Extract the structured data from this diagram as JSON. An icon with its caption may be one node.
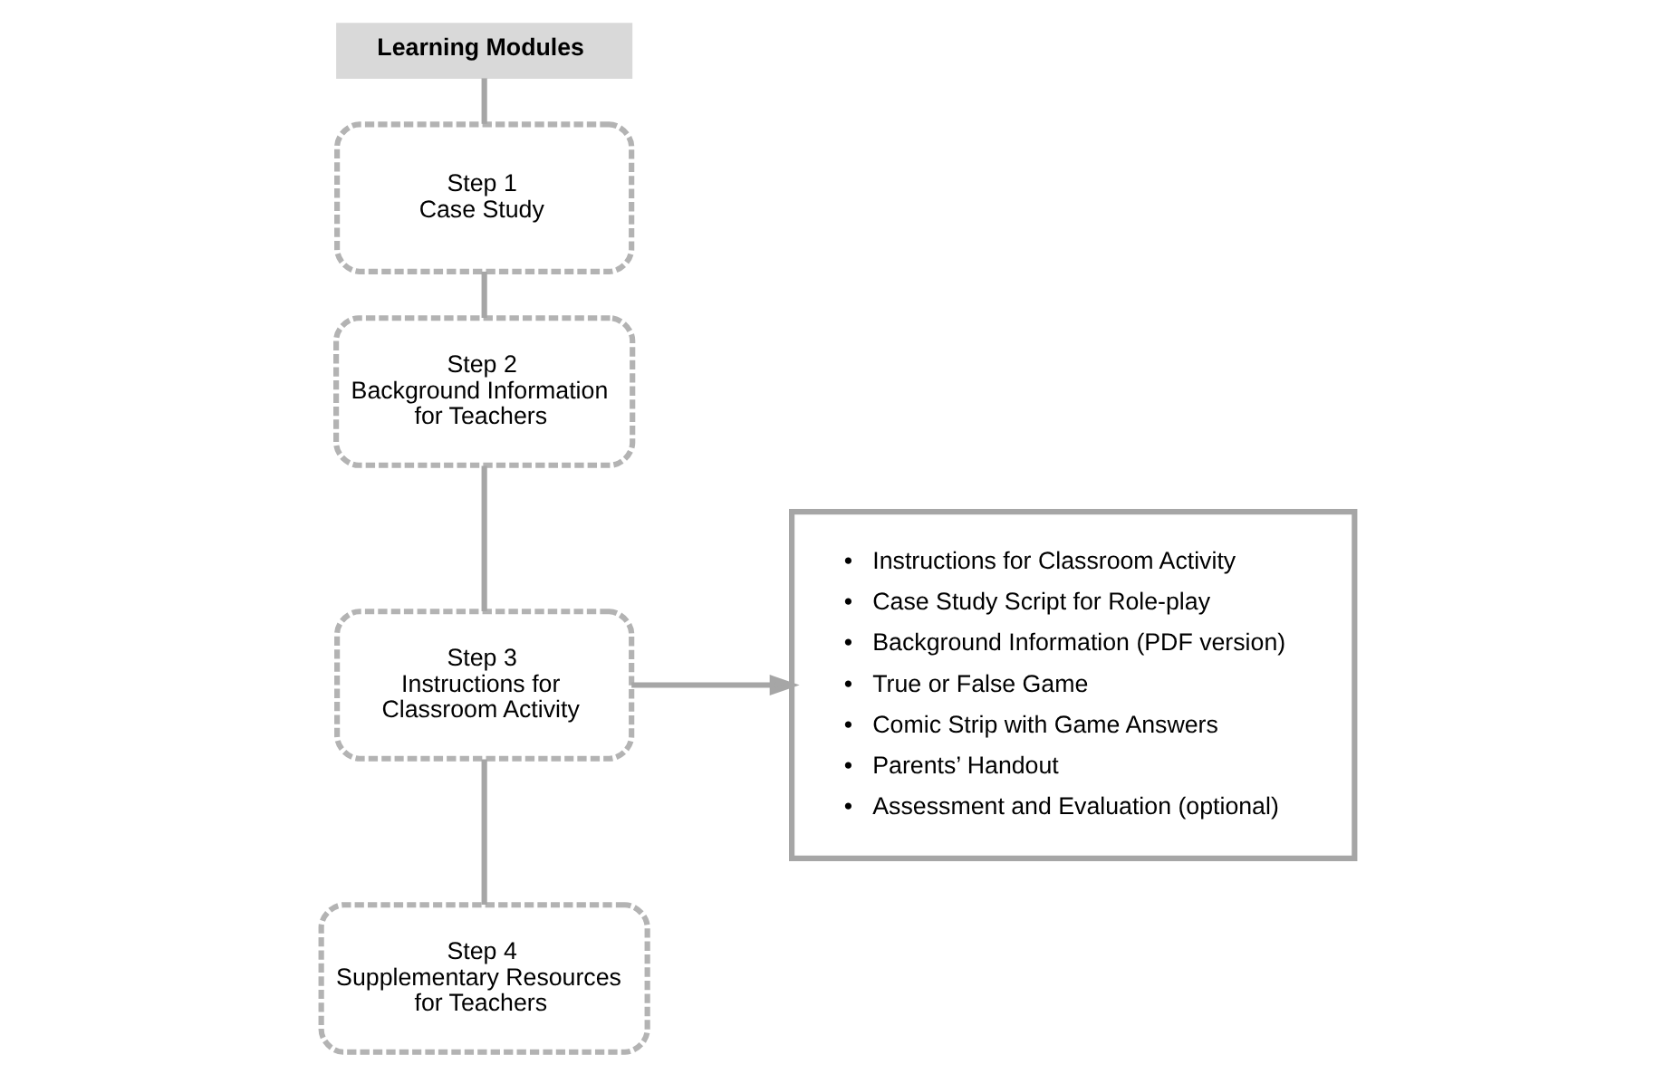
{
  "diagram": {
    "nodes": [
      {
        "text": [
          "Learning Modules"
        ]
      },
      {
        "text": [
          "Step 1",
          "Case Study"
        ]
      },
      {
        "text": [
          "Step 2",
          "Background Information for Teachers"
        ]
      },
      {
        "text": [
          "Step 3",
          "Instructions for Classroom Activity"
        ]
      },
      {
        "text": [
          "Step 4",
          "Supplementary Resources for Teachers"
        ]
      },
      {
        "text": [
          "•   Instructions for Classroom Activity",
          "•   Case Study Script for Role-play",
          "•   Background Information (PDF version)",
          "•   True or False Game",
          "•   Comic Strip with Game Answers",
          "•   Parents’ Handout",
          "•   Assessment and Evaluation (optional)"
        ]
      }
    ],
    "edges": [
      {
        "from": 0,
        "to": 1,
        "arrow": "none"
      },
      {
        "from": 1,
        "to": 2,
        "arrow": "none"
      },
      {
        "from": 2,
        "to": 3,
        "arrow": "none"
      },
      {
        "from": 3,
        "to": 4,
        "arrow": "none"
      },
      {
        "from": 3,
        "to": 5,
        "arrow": "to"
      }
    ]
  }
}
